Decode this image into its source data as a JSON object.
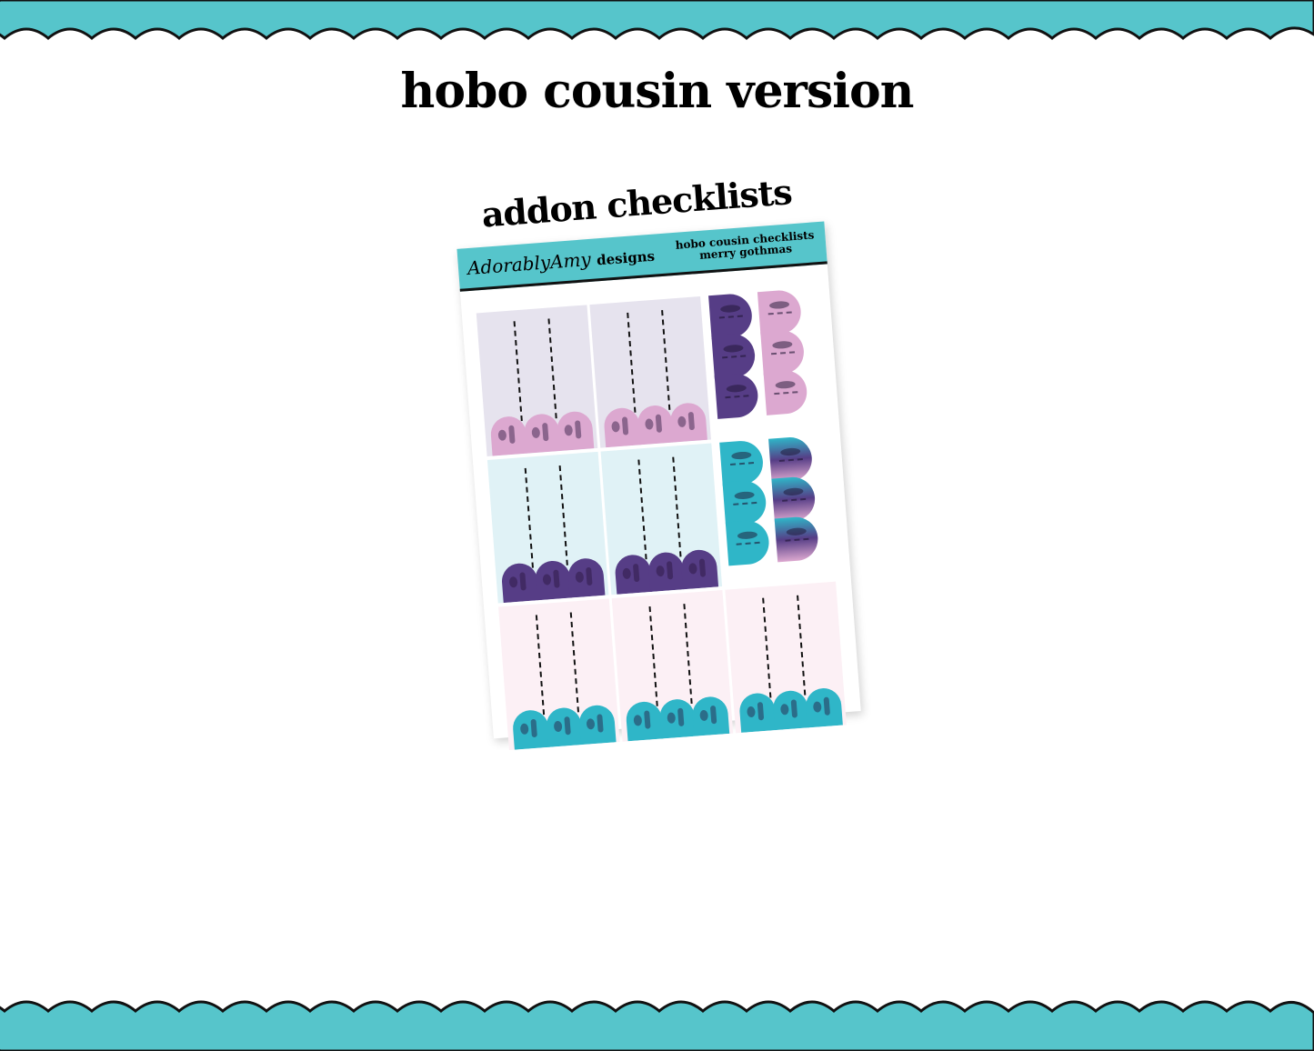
{
  "title": "hobo cousin version",
  "product": {
    "label": "addon checklists",
    "brand": "AdorablyAmy",
    "brand_suffix": "designs",
    "sheet_name": "hobo cousin checklists",
    "theme": "merry gothmas"
  },
  "colors": {
    "teal": "#56c5cb",
    "lavender_bg": "#e6e3ee",
    "light_blue_bg": "#e0f2f6",
    "pink_bg": "#fcf0f5",
    "pink": "#dca8d0",
    "purple": "#563d86",
    "aqua": "#2fb6c8"
  }
}
